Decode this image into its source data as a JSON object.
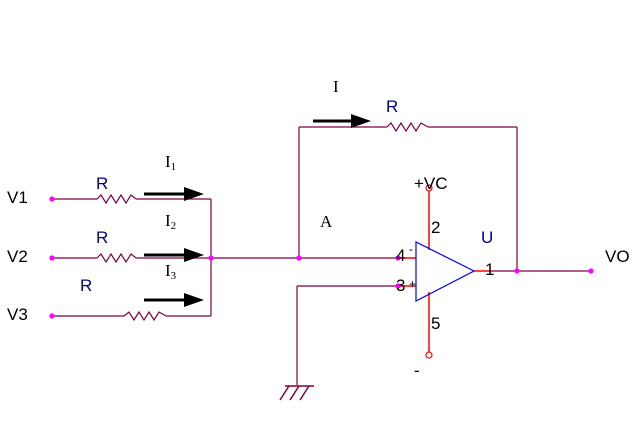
{
  "diagram": {
    "inputs": [
      {
        "terminal": "V1",
        "resistor": "R",
        "current": "I",
        "current_sub": "1"
      },
      {
        "terminal": "V2",
        "resistor": "R",
        "current": "I",
        "current_sub": "2"
      },
      {
        "terminal": "V3",
        "resistor": "R",
        "current": "I",
        "current_sub": "3"
      }
    ],
    "feedback": {
      "resistor": "R",
      "current": "I"
    },
    "node_label": "A",
    "opamp": {
      "name": "U",
      "pin_inverting": "4",
      "pin_noninverting": "3",
      "pin_output": "1",
      "pin_supply_pos": "2",
      "pin_supply_neg": "5",
      "supply_pos_label": "+VC",
      "supply_neg_label": "-",
      "minus_sign": "-",
      "plus_sign": "+"
    },
    "output_label": "VO"
  },
  "colors": {
    "wire": "#7f0040",
    "pin": "#ff0000",
    "resistor": "#7f0040",
    "opamp": "#0000ff",
    "node": "#ff00ff",
    "arrow": "#000000",
    "label": "#00007f"
  }
}
